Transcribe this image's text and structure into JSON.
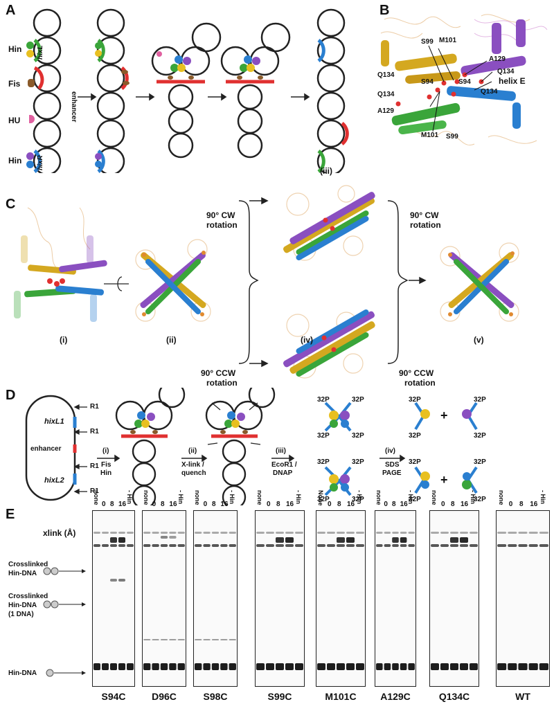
{
  "panels": {
    "A": "A",
    "B": "B",
    "C": "C",
    "D": "D",
    "E": "E"
  },
  "panelA": {
    "hin_top": "Hin",
    "hixL": "hixL",
    "fis": "Fis",
    "hu": "HU",
    "hin_bottom": "Hin",
    "hixR": "hixR",
    "enhancer": "enhancer"
  },
  "panelB": {
    "labels": [
      "S99",
      "M101",
      "A129",
      "Q134",
      "Q134",
      "S94",
      "S94",
      "Q134",
      "helix E",
      "Q134",
      "A129",
      "M101",
      "S99"
    ]
  },
  "panelC": {
    "cw1": "90° CW",
    "cw1b": "rotation",
    "ccw1": "90° CCW",
    "ccw1b": "rotation",
    "cw2": "90° CW",
    "cw2b": "rotation",
    "ccw2": "90° CCW",
    "ccw2b": "rotation",
    "roman": [
      "(i)",
      "(ii)",
      "(iii)",
      "(iv)",
      "(v)"
    ]
  },
  "panelD": {
    "hixL1": "hixL1",
    "enhancer": "enhancer",
    "hixL2": "hixL2",
    "r1": "R1",
    "step_i": "(i)",
    "step_i_text": "Fis",
    "step_i_text2": "Hin",
    "step_ii": "(ii)",
    "step_ii_text": "X-link /",
    "step_ii_text2": "quench",
    "step_iii": "(iii)",
    "step_iii_text": "EcoR1 /",
    "step_iii_text2": "DNAP",
    "step_iv": "(iv)",
    "step_iv_text": "SDS",
    "step_iv_text2": "PAGE",
    "p32": "32P",
    "plus": "+"
  },
  "panelE": {
    "xlink": "xlink (Å)",
    "crosslinked1": "Crosslinked",
    "crosslinked1b": "Hin-DNA",
    "crosslinked2": "Crosslinked",
    "crosslinked2b": "Hin-DNA",
    "crosslinked2c": "(1 DNA)",
    "hindna": "Hin-DNA",
    "lane_headers": [
      "none",
      "0",
      "8",
      "16",
      "- Hin"
    ],
    "lane_headers_alt": [
      "None",
      "0",
      "8",
      "16",
      "- Hin"
    ],
    "gels": [
      "S94C",
      "D96C",
      "S98C",
      "S99C",
      "M101C",
      "A129C",
      "Q134C",
      "WT"
    ]
  },
  "colors": {
    "green": "#3aa53a",
    "yellow": "#e8c020",
    "purple": "#8a4fc0",
    "blue": "#2a7fd0",
    "red": "#e03030",
    "orange": "#d08a30",
    "pink": "#e060a0",
    "dna": "#d89a6a"
  }
}
